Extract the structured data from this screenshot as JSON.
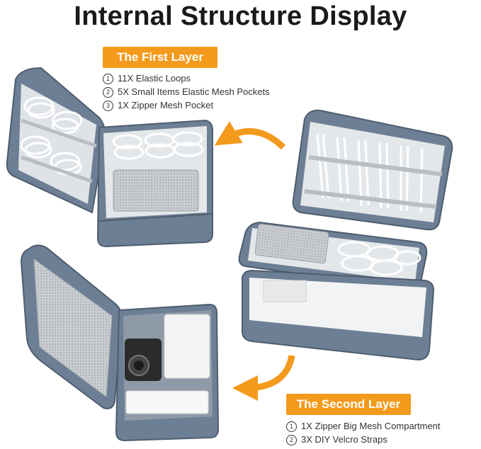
{
  "title": "Internal Structure Display",
  "accent_color": "#f39a1c",
  "first_layer": {
    "heading": "The First Layer",
    "features": [
      {
        "num": "1",
        "text": "11X Elastic Loops"
      },
      {
        "num": "2",
        "text": "5X Small Items Elastic Mesh Pockets"
      },
      {
        "num": "3",
        "text": "1X Zipper Mesh Pocket"
      }
    ]
  },
  "second_layer": {
    "heading": "The Second Layer",
    "features": [
      {
        "num": "1",
        "text": "1X Zipper Big Mesh Compartment"
      },
      {
        "num": "2",
        "text": "3X DIY Velcro Straps"
      }
    ]
  }
}
